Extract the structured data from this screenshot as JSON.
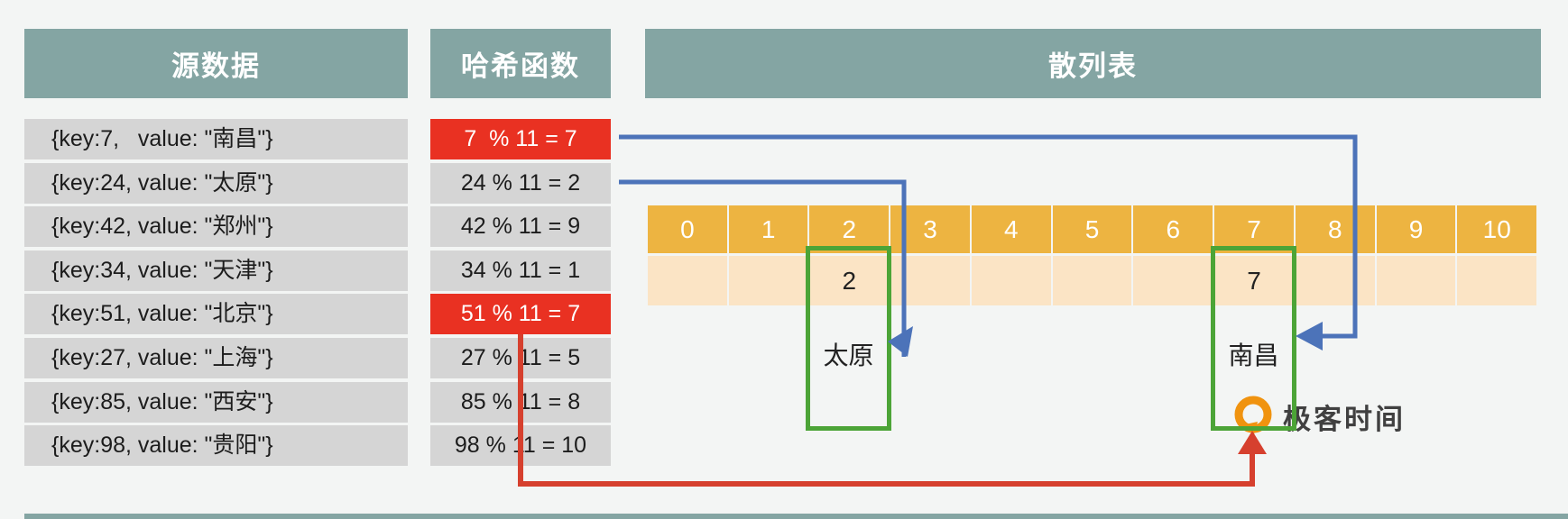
{
  "headers": {
    "source": "源数据",
    "hash": "哈希函数",
    "table": "散列表"
  },
  "source_rows": [
    "{key:7,   value: \"南昌\"}",
    "{key:24, value: \"太原\"}",
    "{key:42, value: \"郑州\"}",
    "{key:34, value: \"天津\"}",
    "{key:51, value: \"北京\"}",
    "{key:27, value: \"上海\"}",
    "{key:85, value: \"西安\"}",
    "{key:98, value: \"贵阳\"}"
  ],
  "hash_rows": [
    {
      "text": "7  % 11 = 7",
      "collision": true
    },
    {
      "text": "24 % 11 = 2",
      "collision": false
    },
    {
      "text": "42 % 11 = 9",
      "collision": false
    },
    {
      "text": "34 % 11 = 1",
      "collision": false
    },
    {
      "text": "51 % 11 = 7",
      "collision": true
    },
    {
      "text": "27 % 11 = 5",
      "collision": false
    },
    {
      "text": "85 % 11 = 8",
      "collision": false
    },
    {
      "text": "98 % 11 = 10",
      "collision": false
    }
  ],
  "hash_table": {
    "indices": [
      "0",
      "1",
      "2",
      "3",
      "4",
      "5",
      "6",
      "7",
      "8",
      "9",
      "10"
    ],
    "buckets": [
      {
        "index": 2,
        "value": "2",
        "label": "太原"
      },
      {
        "index": 7,
        "value": "7",
        "label": "南昌"
      }
    ]
  },
  "logo": {
    "text": "极客时间",
    "icon": "speech-bubble-q-icon"
  },
  "colors": {
    "bg": "#F3F5F4",
    "teal": "#84A5A3",
    "row-gray": "#D5D5D5",
    "highlight-red": "#E93122",
    "cell-orange": "#EDB441",
    "cell-peach": "#FBE4C5",
    "box-green": "#4CA437",
    "arrow-blue": "#4C73B9",
    "arrow-red": "#D6402E",
    "text-dark": "#1C1C1C",
    "logo-orange": "#F0930F",
    "logo-text": "#404040"
  }
}
